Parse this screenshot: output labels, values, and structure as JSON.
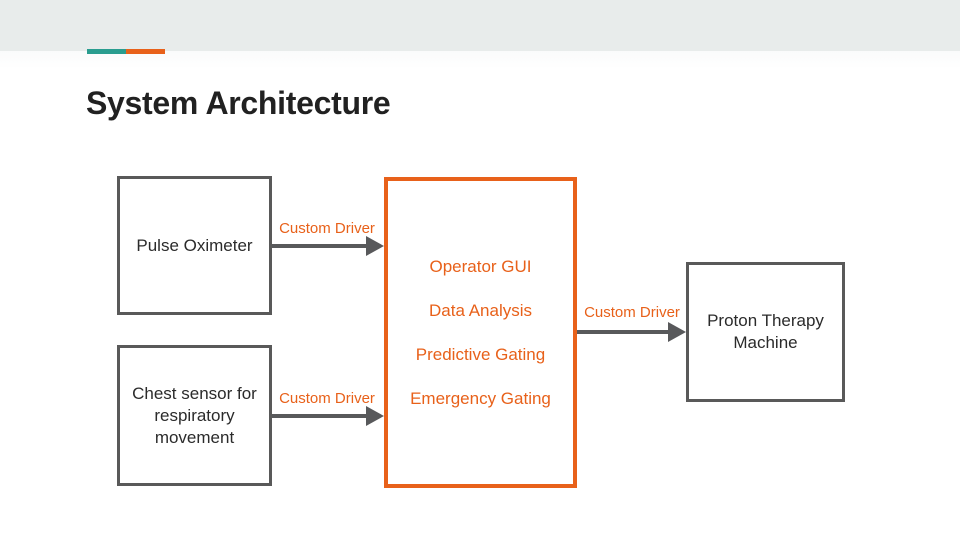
{
  "header": {
    "title": "System Architecture"
  },
  "colors": {
    "accent_teal": "#2a9d8f",
    "accent_orange": "#e8611a",
    "band_gray": "#e8eceb",
    "box_border_gray": "#595959",
    "arrow_gray": "#58595b",
    "title_text": "#212121"
  },
  "diagram": {
    "pulse_oximeter_box": {
      "label": "Pulse Oximeter"
    },
    "chest_sensor_box": {
      "label": "Chest sensor for respiratory movement"
    },
    "central_box": {
      "lines": [
        "Operator GUI",
        "Data Analysis",
        "Predictive Gating",
        "Emergency Gating"
      ]
    },
    "proton_box": {
      "label": "Proton Therapy Machine"
    },
    "arrow_labels": {
      "pulse_to_central": "Custom Driver",
      "chest_to_central": "Custom Driver",
      "central_to_proton": "Custom Driver"
    }
  }
}
